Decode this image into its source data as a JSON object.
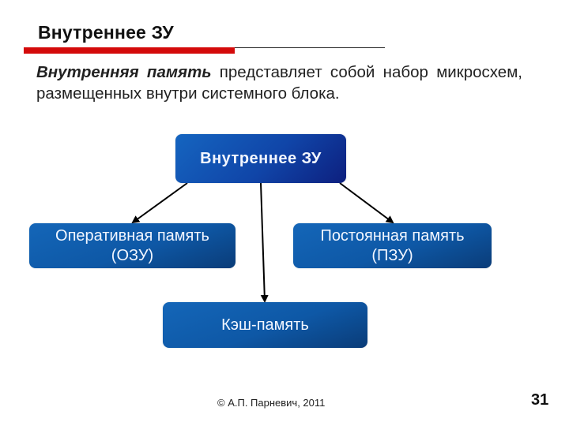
{
  "slide": {
    "title": "Внутреннее ЗУ",
    "paragraph": {
      "emphasis": "Внутренняя память",
      "text": " представляет собой набор микросхем, размещенных внутри системного блока."
    },
    "diagram": {
      "root": "Внутреннее ЗУ",
      "children": [
        {
          "line1": "Оперативная память",
          "line2": "(ОЗУ)"
        },
        {
          "line1": "Постоянная память",
          "line2": "(ПЗУ)"
        },
        {
          "label": "Кэш-память"
        }
      ]
    },
    "footer": "© А.П. Парневич, 2011",
    "page_number": "31",
    "colors": {
      "accent_red": "#d40a0a",
      "box_blue": "#1158a8",
      "box_dark_blue": "#0d1f7e"
    }
  }
}
